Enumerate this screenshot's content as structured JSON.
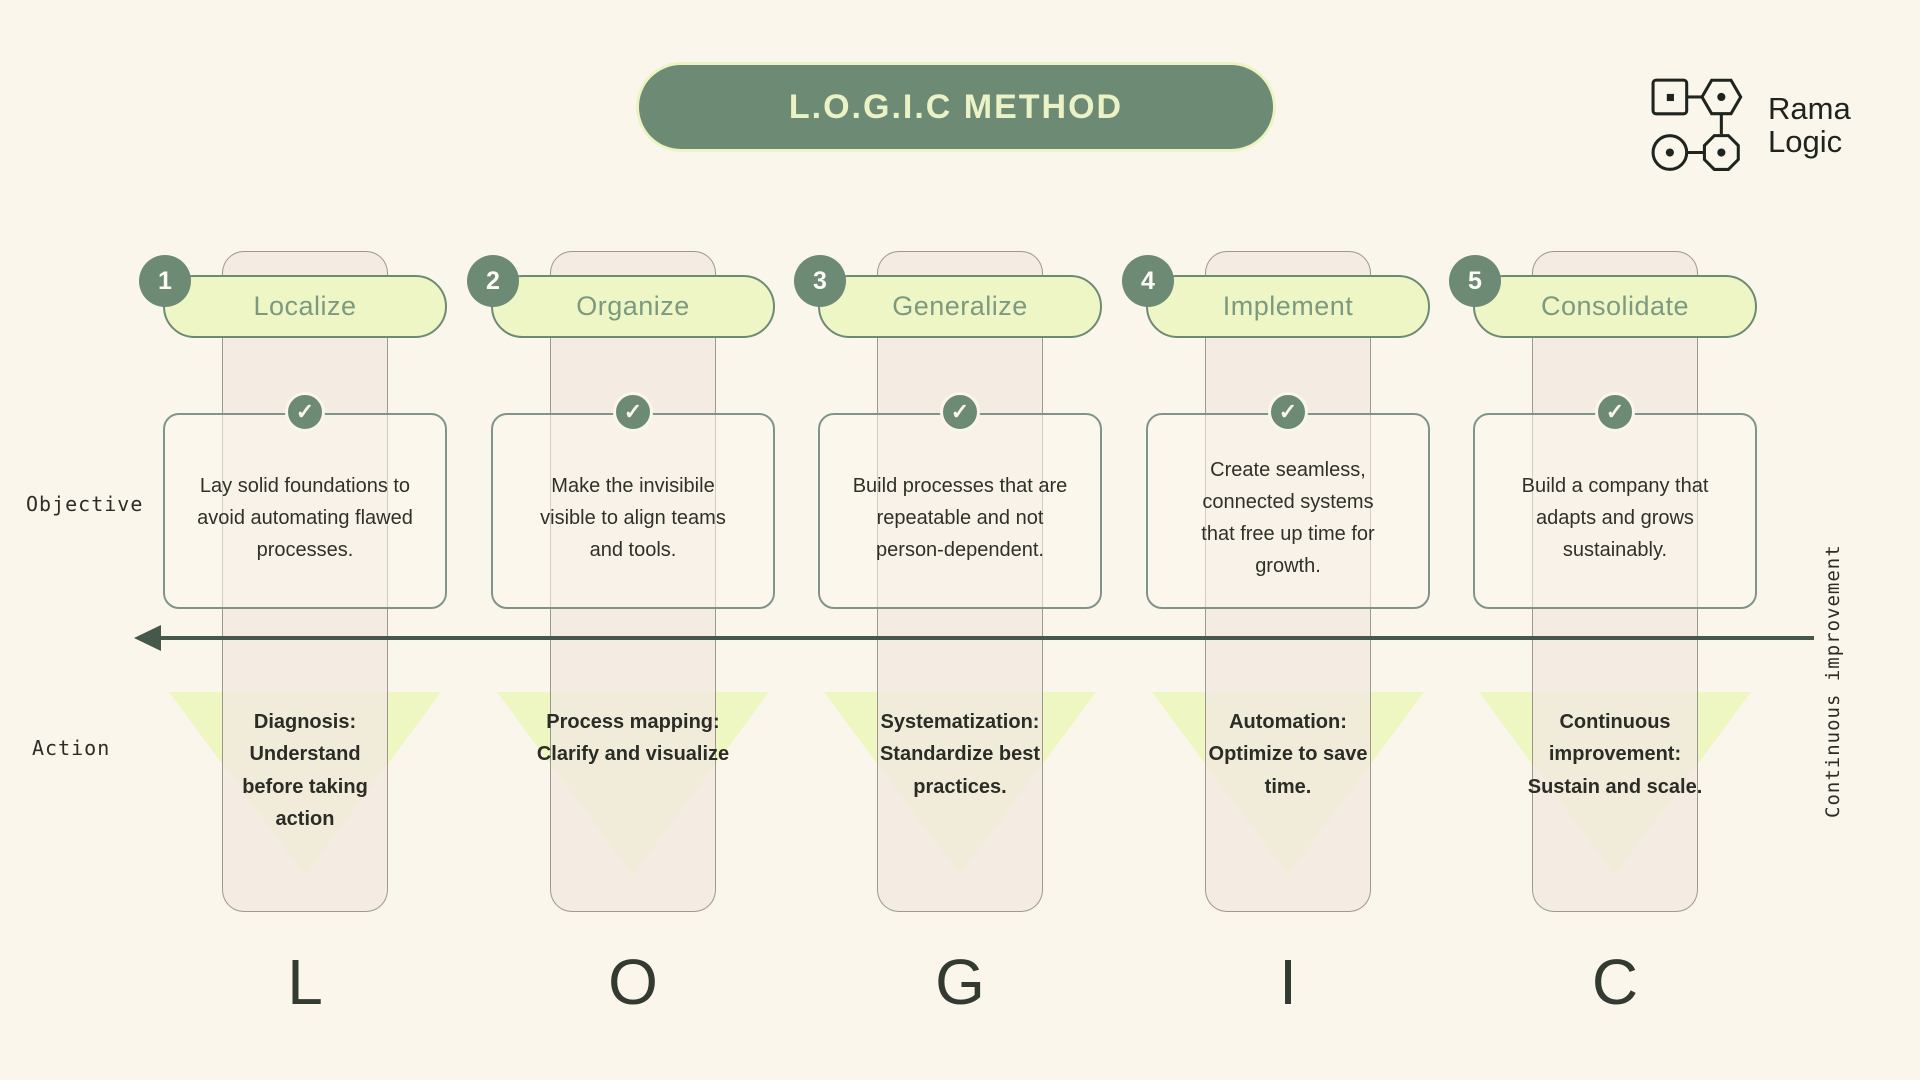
{
  "title": "L.O.G.I.C METHOD",
  "logo": {
    "line1": "Rama",
    "line2": "Logic"
  },
  "row_labels": {
    "objective": "Objective",
    "action": "Action"
  },
  "axis": {
    "vertical_label": "Continuous improvement"
  },
  "colors": {
    "background": "#fbf6ec",
    "accent_green": "#6d8a74",
    "pill_yellow_green": "#eff6c6",
    "triangle_yellow_green": "#eef6c1",
    "column_beige": "#f2e9df",
    "card_border_sage": "#7f958b",
    "arrow_dark_green": "#45584b",
    "text_dark": "#2c2e27",
    "title_text": "#ebf3c6",
    "stage_label_green": "#7c9a7f"
  },
  "columns": [
    {
      "number": "1",
      "name": "Localize",
      "letter": "L",
      "objective": "Lay solid foundations to\navoid automating flawed\nprocesses.",
      "action": "Diagnosis:\nUnderstand\nbefore taking\naction"
    },
    {
      "number": "2",
      "name": "Organize",
      "letter": "O",
      "objective": "Make the invisibile\nvisible to align teams\nand tools.",
      "action": "Process mapping:\nClarify and visualize"
    },
    {
      "number": "3",
      "name": "Generalize",
      "letter": "G",
      "objective": "Build processes that are\nrepeatable and not\nperson-dependent.",
      "action": "Systematization:\nStandardize best\npractices."
    },
    {
      "number": "4",
      "name": "Implement",
      "letter": "I",
      "objective": "Create seamless,\nconnected systems\nthat free up time for\ngrowth.",
      "action": "Automation:\nOptimize to save\ntime."
    },
    {
      "number": "5",
      "name": "Consolidate",
      "letter": "C",
      "objective": "Build a company that\nadapts and grows\nsustainably.",
      "action": "Continuous\nimprovement:\nSustain and scale."
    }
  ],
  "check_glyph": "✓"
}
